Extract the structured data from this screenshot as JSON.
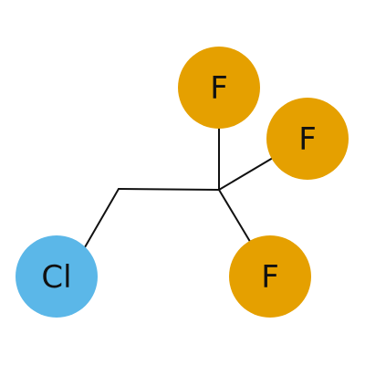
{
  "molecule": {
    "atoms": [
      {
        "id": "cl",
        "label": "Cl",
        "color": "#5BB7E8"
      },
      {
        "id": "f1",
        "label": "F",
        "color": "#E5A000"
      },
      {
        "id": "f2",
        "label": "F",
        "color": "#E5A000"
      },
      {
        "id": "f3",
        "label": "F",
        "color": "#E5A000"
      }
    ],
    "bonds": [
      [
        "cl",
        "c1"
      ],
      [
        "c1",
        "c2"
      ],
      [
        "c2",
        "f1"
      ],
      [
        "c2",
        "f2"
      ],
      [
        "c2",
        "f3"
      ]
    ]
  }
}
